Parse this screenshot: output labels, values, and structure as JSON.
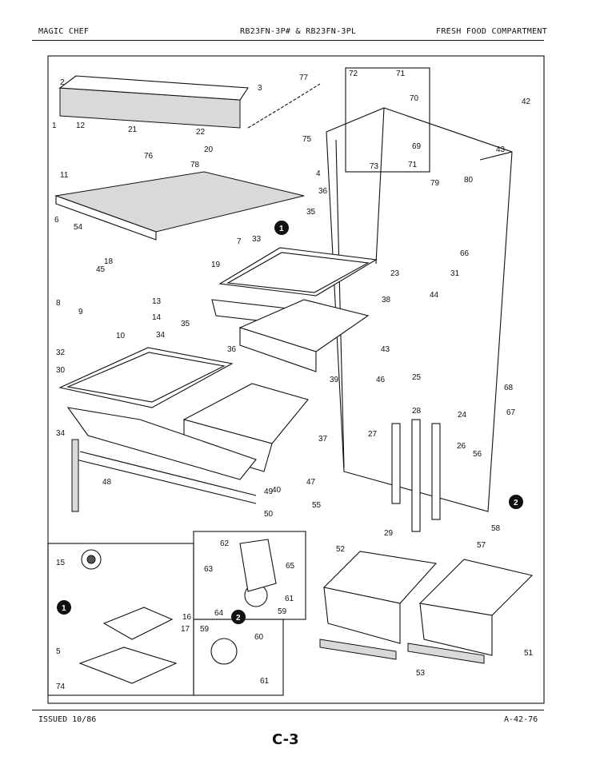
{
  "header": {
    "left": "MAGIC CHEF",
    "center": "RB23FN-3P# & RB23FN-3PL",
    "right": "FRESH FOOD COMPARTMENT"
  },
  "footer": {
    "issued": "ISSUED 10/86",
    "code": "A-42-76",
    "page": "C-3"
  },
  "callouts": {
    "c1": "1",
    "c2": "2"
  },
  "part_numbers": [
    "2",
    "3",
    "77",
    "72",
    "71",
    "70",
    "42",
    "1",
    "12",
    "21",
    "22",
    "20",
    "75",
    "69",
    "43",
    "11",
    "76",
    "78",
    "73",
    "71",
    "79",
    "80",
    "4",
    "36",
    "35",
    "6",
    "54",
    "7",
    "33",
    "66",
    "18",
    "19",
    "23",
    "31",
    "45",
    "8",
    "13",
    "14",
    "9",
    "10",
    "38",
    "44",
    "35",
    "36",
    "34",
    "43",
    "32",
    "30",
    "39",
    "46",
    "25",
    "68",
    "34",
    "37",
    "24",
    "67",
    "28",
    "27",
    "26",
    "48",
    "56",
    "40",
    "47",
    "55",
    "49",
    "50",
    "29",
    "58",
    "15",
    "62",
    "63",
    "65",
    "64",
    "61",
    "59",
    "52",
    "57",
    "16",
    "5",
    "17",
    "59",
    "60",
    "74",
    "61",
    "53",
    "51"
  ]
}
